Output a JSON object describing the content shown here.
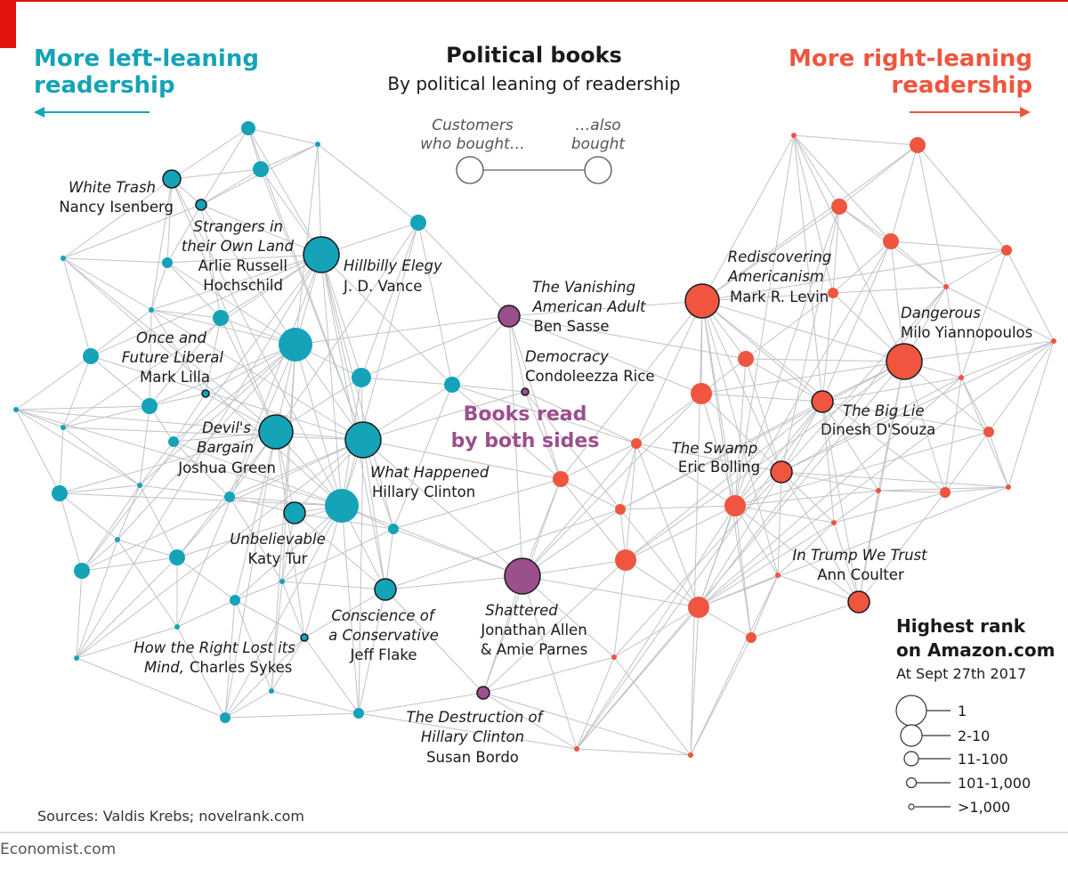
{
  "header": {
    "title": "Political books",
    "subtitle": "By political leaning of readership",
    "left_label": [
      "More left-leaning",
      "readership"
    ],
    "right_label": [
      "More right-leaning",
      "readership"
    ]
  },
  "key": {
    "left_text": [
      "Customers",
      "who bought…"
    ],
    "right_text": [
      "…also",
      "bought"
    ]
  },
  "center_label": [
    "Books read",
    "by both sides"
  ],
  "books": [
    {
      "title": [
        "White Trash"
      ],
      "author": [
        "Nancy Isenberg"
      ]
    },
    {
      "title": [
        "Strangers in",
        "their Own Land"
      ],
      "author": [
        "Arlie Russell",
        "Hochschild"
      ]
    },
    {
      "title": [
        "Hillbilly Elegy"
      ],
      "author": [
        "J. D. Vance"
      ]
    },
    {
      "title": [
        "Once and",
        "Future Liberal"
      ],
      "author": [
        "Mark Lilla"
      ]
    },
    {
      "title": [
        "Devil's",
        "Bargain"
      ],
      "author": [
        "Joshua Green"
      ]
    },
    {
      "title": [
        "What Happened"
      ],
      "author": [
        "Hillary Clinton"
      ]
    },
    {
      "title": [
        "Unbelievable"
      ],
      "author": [
        "Katy Tur"
      ]
    },
    {
      "title": [
        "Conscience of",
        "a Conservative"
      ],
      "author": [
        "Jeff Flake"
      ]
    },
    {
      "title": [
        "How the Right Lost its",
        "Mind,"
      ],
      "author": [
        "Charles Sykes"
      ]
    },
    {
      "title": [
        "The Vanishing",
        "American Adult"
      ],
      "author": [
        "Ben Sasse"
      ]
    },
    {
      "title": [
        "Democracy"
      ],
      "author": [
        "Condoleezza Rice"
      ]
    },
    {
      "title": [
        "Shattered"
      ],
      "author": [
        "Jonathan Allen",
        "& Amie Parnes"
      ]
    },
    {
      "title": [
        "The Destruction of",
        "Hillary Clinton"
      ],
      "author": [
        "Susan Bordo"
      ]
    },
    {
      "title": [
        "Rediscovering",
        "Americanism"
      ],
      "author": [
        "Mark R. Levin"
      ]
    },
    {
      "title": [
        "Dangerous"
      ],
      "author": [
        "Milo Yiannopoulos"
      ]
    },
    {
      "title": [
        "The Big Lie"
      ],
      "author": [
        "Dinesh D'Souza"
      ]
    },
    {
      "title": [
        "The Swamp"
      ],
      "author": [
        "Eric Bolling"
      ]
    },
    {
      "title": [
        "In Trump We Trust"
      ],
      "author": [
        "Ann Coulter"
      ]
    }
  ],
  "legend": {
    "title": [
      "Highest rank",
      "on Amazon.com"
    ],
    "subtitle": "At Sept 27th 2017",
    "items": [
      "1",
      "2-10",
      "11-100",
      "101-1,000",
      ">1,000"
    ]
  },
  "source": "Sources: Valdis Krebs; novelrank.com",
  "brand": "Economist.com",
  "colors": {
    "left": "#14a3b7",
    "right": "#ef553f",
    "both": "#9b4f8c",
    "edge": "#bfc3c8",
    "accent_red": "#e3120b"
  }
}
